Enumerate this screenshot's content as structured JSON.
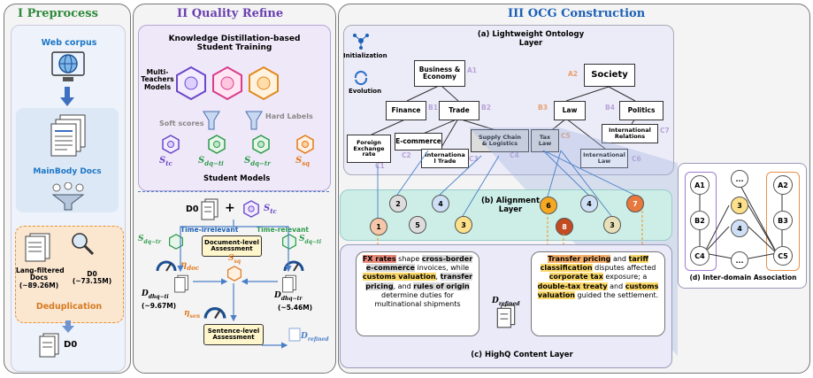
{
  "sections": {
    "s1": "I Preprocess",
    "s2": "II Quality Refine",
    "s3": "III OCG Construction"
  },
  "preprocess": {
    "web_corpus": "Web corpus",
    "mainbody": "MainBody Docs",
    "lang_filtered": "Lang-filtered\nDocs\n(~89.26M)",
    "d0_count": "D0\n(~73.15M)",
    "dedup": "Deduplication",
    "d0": "D0"
  },
  "quality": {
    "kd_title": "Knowledge Distillation-based\nStudent Training",
    "teachers": "Multi-\nTeachers\nModels",
    "soft": "Soft scores",
    "hard": "Hard Labels",
    "students": "Student Models",
    "s_tc": "S",
    "s_tc_sub": "tc",
    "s_dqti": "S",
    "s_dqti_sub": "dq−ti",
    "s_dqtr": "S",
    "s_dqtr_sub": "dq−tr",
    "s_sq": "S",
    "s_sq_sub": "sq",
    "d0": "D0",
    "plus": "+",
    "time_irrelevant": "Time-irrelevant",
    "time_relevant": "Time-relevant",
    "doc_assess": "Document-level\nAssessment",
    "eta_doc": "η",
    "eta_doc_sub": "doc",
    "eta_sen": "η",
    "eta_sen_sub": "sen",
    "d_dhqti": "D",
    "d_dhqti_sub": "dhq−ti",
    "d_dhqti_count": "(~9.67M)",
    "d_dhqtr": "D",
    "d_dhqtr_sub": "dhq−tr",
    "d_dhqtr_count": "(~5.46M)",
    "sen_assess": "Sentence-level\nAssessment",
    "d_refined": "D",
    "d_refined_sub": "refined"
  },
  "ontology": {
    "title": "(a) Lightweight Ontology\nLayer",
    "init": "Initialization",
    "evo": "Evolution",
    "nodes": {
      "business": "Business &\nEconomy",
      "society": "Society",
      "finance": "Finance",
      "trade": "Trade",
      "law": "Law",
      "politics": "Politics",
      "intl_rel": "International\nRelations",
      "fx": "Foreign\nExchange\nrate",
      "ecom": "E-commerce",
      "intl_trade": "Internationa\nl Trade",
      "supply": "Supply Chain\n& Logistics",
      "tax": "Tax\nLaw",
      "intl_law": "International\nLaw"
    },
    "tags": {
      "a1": "A1",
      "a2": "A2",
      "b1": "B1",
      "b2": "B2",
      "b3": "B3",
      "b4": "B4",
      "c1": "C1",
      "c2": "C2",
      "c3": "C3",
      "c4": "C4",
      "c5": "C5",
      "c6": "C6",
      "c7": "C7"
    }
  },
  "alignment": {
    "title": "(b) Alignment\nLayer",
    "circles": [
      "1",
      "2",
      "5",
      "4",
      "3",
      "6",
      "8",
      "4",
      "3",
      "7"
    ]
  },
  "content": {
    "title": "(c) HighQ Content Layer",
    "p1": {
      "a": "FX rates",
      "b": " shape ",
      "c": "cross-border e-commerce",
      "d": " invoices, while ",
      "e": "customs valuation",
      "f": ", ",
      "g": "transfer pricing",
      "h": ", and ",
      "i": "rules of origin",
      "j": " determine duties for multinational shipments"
    },
    "p2": {
      "a": "Transfer pricing",
      "b": " and ",
      "c": "tariff classification",
      "d": " disputes affected ",
      "e": "corporate tax",
      "f": " exposure; a ",
      "g": "double-tax treaty",
      "h": " and ",
      "i": "customs valuation",
      "j": " guided the settlement."
    },
    "d_refined": "D",
    "d_refined_sub": "refined"
  },
  "interdomain": {
    "title": "(d) Inter-domain Association",
    "nodes": [
      "A1",
      "B2",
      "C4",
      "...",
      "3",
      "4",
      "...",
      "A2",
      "B3",
      "C5"
    ]
  },
  "colors": {
    "green": "#2f8a3c",
    "purple": "#6a3fb0",
    "blue": "#1c60b6",
    "orange": "#f0a040",
    "teal": "#3aa89a"
  }
}
